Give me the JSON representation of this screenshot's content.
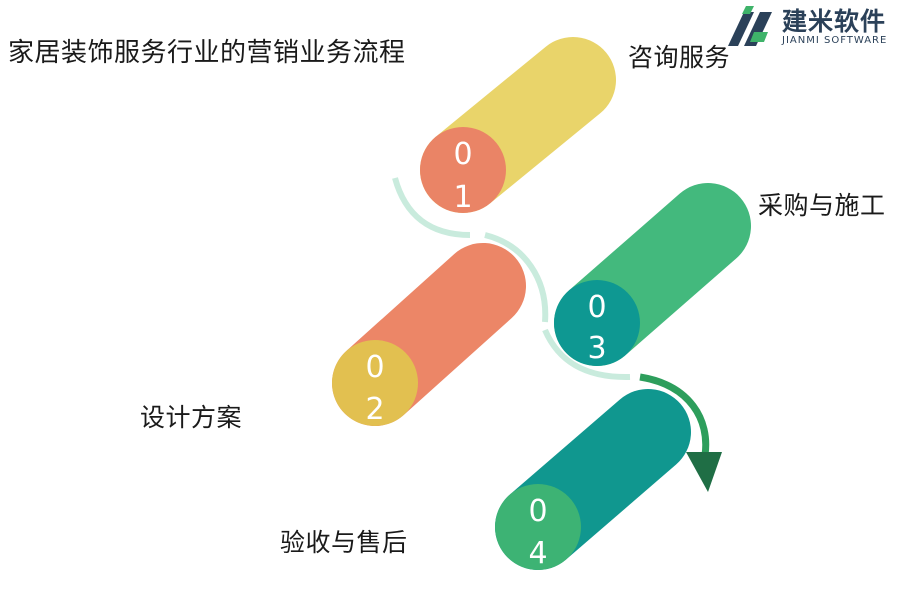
{
  "title": "家居装饰服务行业的营销业务流程",
  "logo": {
    "name": "建米软件",
    "subtitle": "JIANMI SOFTWARE",
    "colors": {
      "dark": "#2b4159",
      "green": "#3fb36a"
    }
  },
  "steps": [
    {
      "digit_1": "0",
      "digit_2": "1",
      "label": "咨询服务",
      "tube_color": "#e9d46a",
      "cap_color": "#ea8466"
    },
    {
      "digit_1": "0",
      "digit_2": "2",
      "label": "设计方案",
      "tube_color": "#ec8667",
      "cap_color": "#e2c050"
    },
    {
      "digit_1": "0",
      "digit_2": "3",
      "label": "采购与施工",
      "tube_color": "#43b97d",
      "cap_color": "#0e9892"
    },
    {
      "digit_1": "0",
      "digit_2": "4",
      "label": "验收与售后",
      "tube_color": "#10978f",
      "cap_color": "#3db374"
    }
  ],
  "connector_colors": {
    "light": "#c9ebdd",
    "arrow": "#2d9e5c",
    "arrow_head": "#1f6e45"
  }
}
